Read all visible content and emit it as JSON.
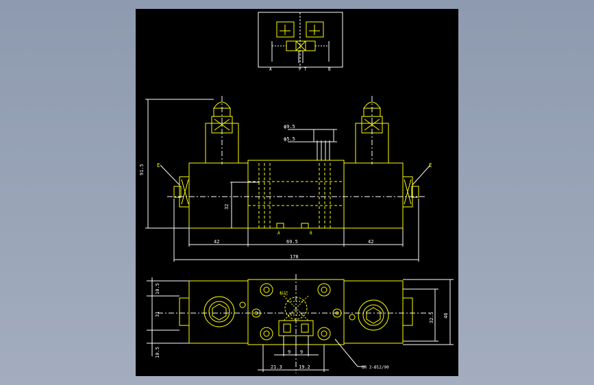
{
  "colors": {
    "background": "#9aa5b8",
    "sheet": "#000000",
    "part": "#ffff00",
    "dimension": "#ffffff",
    "centerline": "#ffffff",
    "label": "#ffff00"
  },
  "schematic": {
    "port_labels": [
      "A",
      "P",
      "T",
      "B"
    ]
  },
  "front_view": {
    "dims": {
      "height": "91.5",
      "inner_height": "32",
      "left_width": "42",
      "center_width": "69.5",
      "right_width": "42",
      "total_width": "178",
      "hole_large": "ϕ9.5",
      "hole_small": "ϕ5.5"
    },
    "labels": {
      "left_e": "E",
      "right_e": "E",
      "port_a": "A",
      "port_b": "B"
    }
  },
  "plan_view": {
    "dims": {
      "left_top": "10.5",
      "left_mid": "31",
      "left_bottom": "10.5",
      "right_inner": "32.5",
      "right_outer": "46",
      "bottom_a": "9",
      "bottom_b": "9",
      "bottom_c": "21.3",
      "bottom_d": "19.2"
    },
    "labels": {
      "seal": "OR 2-Ø12/90",
      "tag": "标记"
    }
  }
}
